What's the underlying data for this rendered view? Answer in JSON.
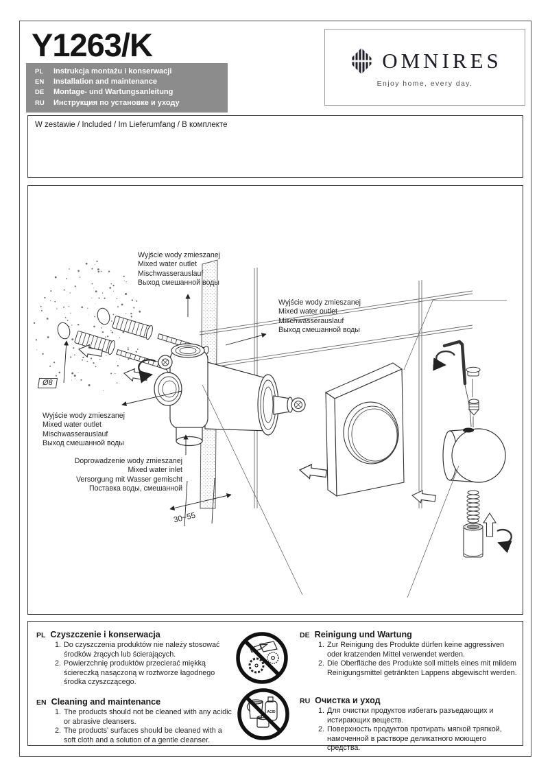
{
  "header": {
    "product_code": "Y1263/K",
    "languages": [
      {
        "code": "PL",
        "label": "Instrukcja montażu i konserwacji"
      },
      {
        "code": "EN",
        "label": "Installation and maintenance"
      },
      {
        "code": "DE",
        "label": "Montage- und Wartungsanleitung"
      },
      {
        "code": "RU",
        "label": "Инструкция по установке и уходу"
      }
    ],
    "brand": {
      "name": "OMNIRES",
      "tagline": "Enjoy home, every day."
    }
  },
  "included": {
    "title": "W zestawie / Included / Im Lieferumfang / В комплекте"
  },
  "diagram": {
    "labels": {
      "outlet_top": [
        "Wyjście wody zmieszanej",
        "Mixed water outlet",
        "Mischwasserauslauf",
        "Выход смешанной воды"
      ],
      "outlet_right": [
        "Wyjście wody zmieszanej",
        "Mixed water outlet",
        "Mischwasserauslauf",
        "Выход смешанной воды"
      ],
      "outlet_left": [
        "Wyjście wody zmieszanej",
        "Mixed water outlet",
        "Mischwasserauslauf",
        "Выход смешанной воды"
      ],
      "inlet_bottom": [
        "Doprowadzenie wody zmieszanej",
        "Mixed water inlet",
        "Versorgung mit Wasser gemischt",
        "Поставка воды, смешанной"
      ],
      "hole_diameter": "Ø8",
      "mounting_depth": "30~55"
    }
  },
  "care": {
    "sections": [
      {
        "code": "PL",
        "title": "Czyszczenie i konserwacja",
        "items": [
          {
            "n": "1.",
            "text": "Do czyszczenia produktów nie należy stosować środków żrących lub ścierających."
          },
          {
            "n": "2.",
            "text": "Powierzchnię produktów przecierać miękką ściereczką nasączoną w roztworze łagodnego środka czyszczącego."
          }
        ]
      },
      {
        "code": "EN",
        "title": "Cleaning and maintenance",
        "items": [
          {
            "n": "1.",
            "text": "The products should not be cleaned with any acidic or abrasive cleansers."
          },
          {
            "n": "2.",
            "text": "The products' surfaces should be cleaned with a soft cloth and a solution of a gentle cleanser."
          }
        ]
      },
      {
        "code": "DE",
        "title": "Reinigung und Wartung",
        "items": [
          {
            "n": "1.",
            "text": "Zur Reinigung des Produkte dürfen keine aggressiven oder kratzenden Mittel verwendet werden."
          },
          {
            "n": "2.",
            "text": "Die Oberfläche des Produkte soll mittels eines mit mildem Reinigungsmittel getränkten Lappens abgewischt werden."
          }
        ]
      },
      {
        "code": "RU",
        "title": "Очистка и уход",
        "items": [
          {
            "n": "1.",
            "text": "Для очистки продуктов избегать разъедающих и истирающих веществ."
          },
          {
            "n": "2.",
            "text": "Поверхность продуктов протирать мягкой тряпкой, намоченной в растворе деликатного моющего средства."
          }
        ]
      }
    ],
    "acid_label": "ACID"
  },
  "colors": {
    "language_bar_bg": "#8c8c8c",
    "ink": "#1a1a1a",
    "brand_ink": "#1e1e28"
  }
}
